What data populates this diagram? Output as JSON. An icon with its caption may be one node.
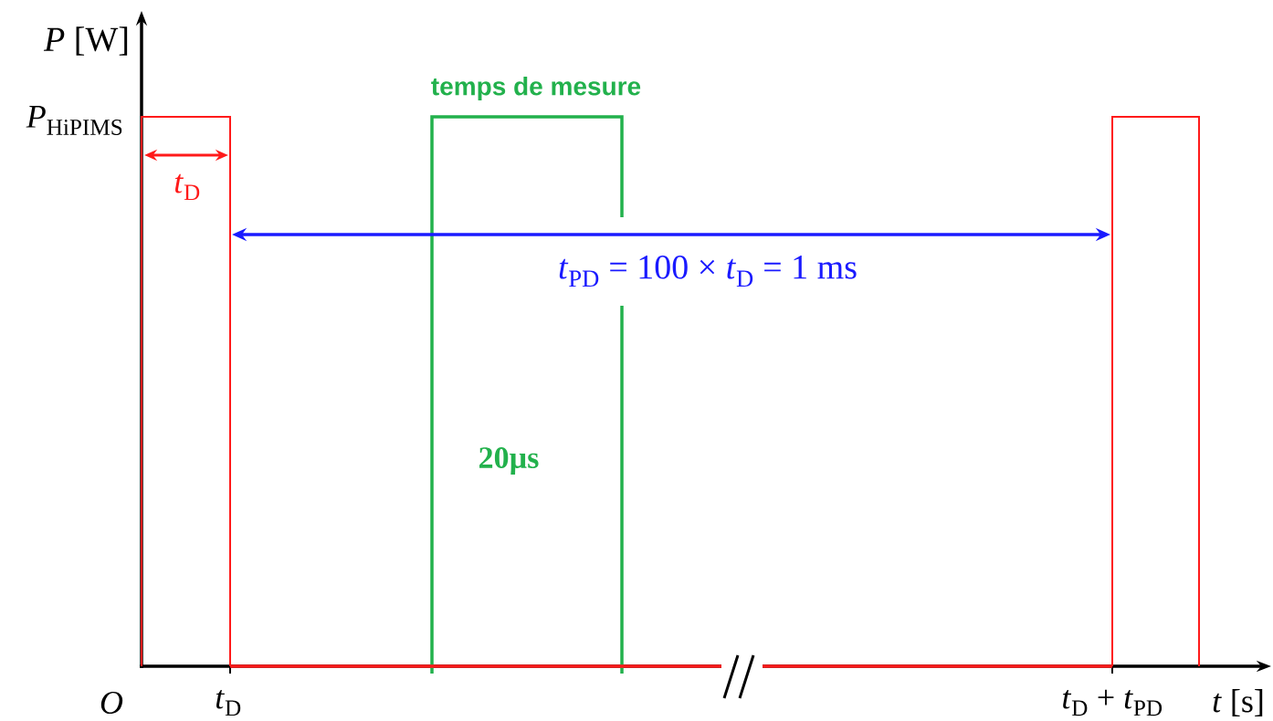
{
  "diagram": {
    "labels": [
      "*P* [W]",
      "*P*$_{HiPIMS}$",
      "*t*$_{D}$",
      "temps de mesure",
      "*t*$_{PD}$ = 100 × *t*$_{D}$ = 1 ms",
      "20µs",
      "*O*",
      "*t*$_{D}$",
      "*t*$_{D}$ + *t*$_{PD}$",
      "*t* [s]"
    ]
  }
}
